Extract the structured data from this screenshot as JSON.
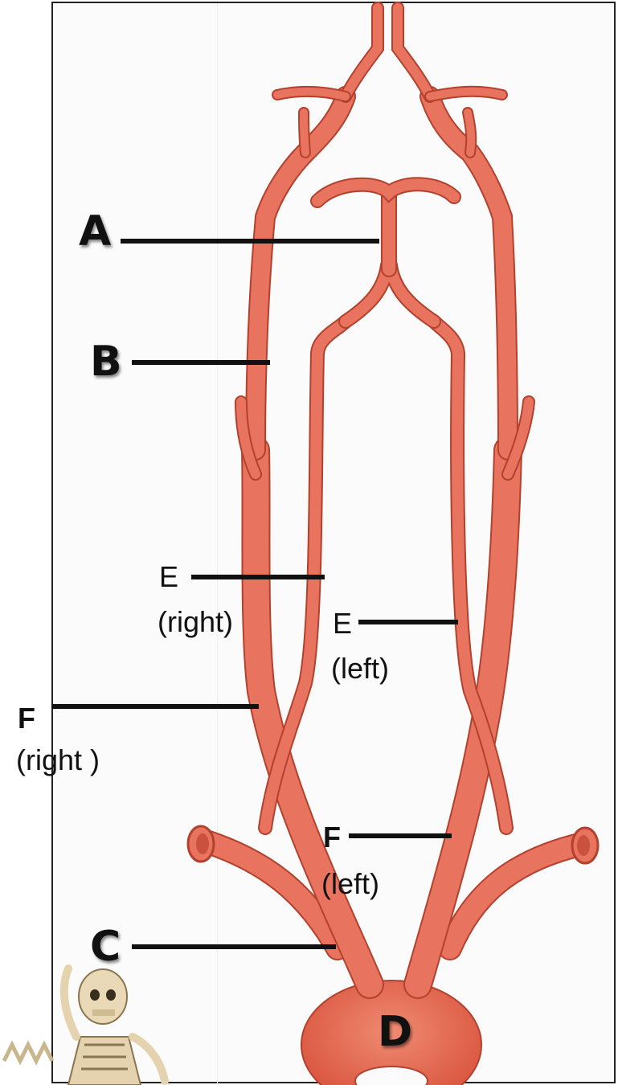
{
  "labels": {
    "A": "A",
    "B": "B",
    "C": "C",
    "D": "D",
    "E_right_letter": "E",
    "E_right_side": "(right)",
    "E_left_letter": "E",
    "E_left_side": "(left)",
    "F_right_letter": "F",
    "F_right_side": "(right )",
    "F_left_letter": "F",
    "F_left_side": "(left)"
  },
  "colors": {
    "artery_fill": "#e8735e",
    "artery_stroke": "#b2412e",
    "artery_highlight": "#f59a86",
    "leader_line": "#111111"
  },
  "icons": [
    "skeleton-logo"
  ]
}
